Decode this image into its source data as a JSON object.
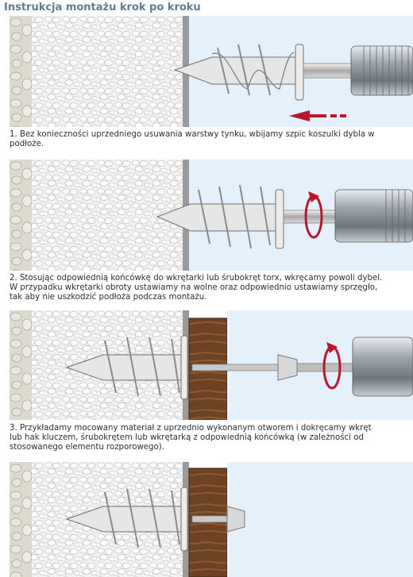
{
  "title": "Instrukcja montażu krok po kroku",
  "steps": [
    {
      "caption_lines": [
        "1. Bez konieczności uprzedniego usuwania warstwy tynku, wbijamy szpic koszulki dybla w",
        "podłoże."
      ],
      "action_icon": "red-arrow-left"
    },
    {
      "caption_lines": [
        "2. Stosując odpowiednią końcówkę do wkrętarki lub śrubokręt torx, wkręcamy powoli dybel.",
        "W przypadku wkrętarki obroty ustawiamy na wolne oraz odpowiednio ustawiamy sprzęgło,",
        "tak aby nie uszkodzić podłoża podczas montażu."
      ],
      "action_icon": "red-rotation-arrow"
    },
    {
      "caption_lines": [
        "3. Przykładamy mocowany materiał z uprzednio wykonanym otworem i dokręcamy wkręt",
        "lub hak kluczem, śrubokrętem lub wkrętarką z odpowiednią końcówką (w zależności od",
        "stosowanego elementu rozporowego)."
      ],
      "action_icon": "red-rotation-arrow"
    },
    {
      "caption_lines": [],
      "action_icon": ""
    }
  ],
  "colors": {
    "title": "#5a7f96",
    "stone": "#d9d6cc",
    "insulation": "#f1f1f1",
    "plaster": "#9a9a9a",
    "air": "#e4f1fa",
    "wood": "#6e4324",
    "arrow": "#c0142c"
  }
}
